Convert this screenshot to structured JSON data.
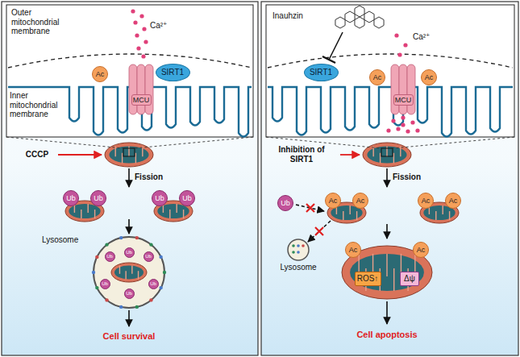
{
  "diagram": {
    "nodes": [
      {
        "text": [
          "Ac"
        ]
      },
      {
        "text": [
          "MCU"
        ]
      },
      {
        "text": [
          "SIRT1"
        ]
      },
      {
        "text": [
          "Ub"
        ]
      },
      {
        "text": [
          "Ub"
        ]
      },
      {
        "text": [
          "Ub"
        ]
      },
      {
        "text": [
          "Ub"
        ]
      },
      {
        "text": [
          "Ub"
        ]
      },
      {
        "text": [
          "Ub"
        ]
      },
      {
        "text": [
          "Ub"
        ]
      },
      {
        "text": [
          "Ub"
        ]
      },
      {
        "text": [
          "Ub"
        ]
      },
      {
        "text": [
          "Ub"
        ]
      },
      {
        "text": [
          "SIRT1"
        ]
      },
      {
        "text": [
          "Ac"
        ]
      },
      {
        "text": [
          "MCU"
        ]
      },
      {
        "text": [
          "Ac"
        ]
      },
      {
        "text": [
          "Ub"
        ]
      },
      {
        "text": [
          "Ac"
        ]
      },
      {
        "text": [
          "Ac"
        ]
      },
      {
        "text": [
          "Ac"
        ]
      },
      {
        "text": [
          "Ac"
        ]
      },
      {
        "text": [
          "Ac"
        ]
      },
      {
        "text": [
          "Ac"
        ]
      },
      {
        "text": [
          "ROS↑"
        ]
      },
      {
        "text": [
          "Δψ"
        ]
      }
    ],
    "labels": [
      "Outer mitochondrial membrane",
      "Inner mitochondrial membrane",
      "Ca²⁺",
      "CCCP",
      "Fission",
      "Lysosome",
      "Cell survival",
      "Inauhzin",
      "Ca²⁺",
      "Inhibition of SIRT1",
      "Fission",
      "Lysosome",
      "Cell apoptosis"
    ]
  }
}
